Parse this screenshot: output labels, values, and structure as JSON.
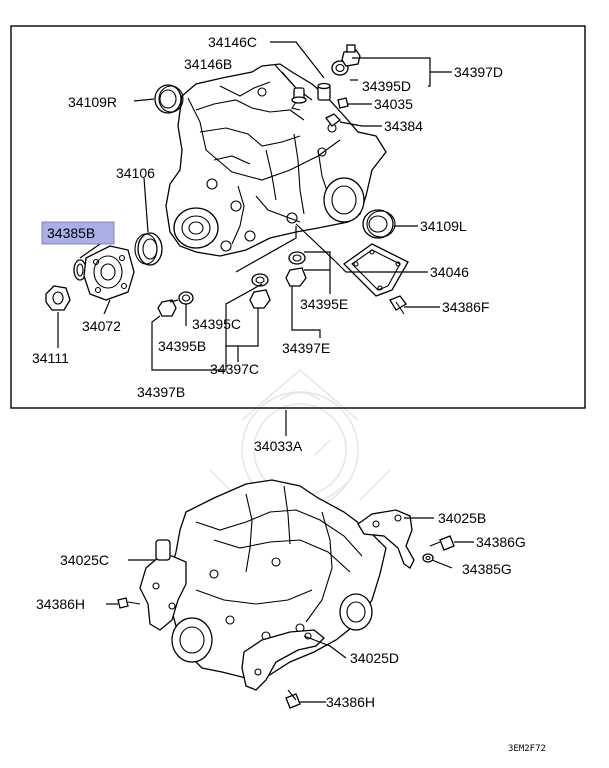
{
  "highlight_color": "#aab0e6",
  "watermark": "samurai-emblem",
  "labels": {
    "p34146C": "34146C",
    "p34146B": "34146B",
    "p34395D": "34395D",
    "p34397D": "34397D",
    "p34109R": "34109R",
    "p34035": "34035",
    "p34384": "34384",
    "p34106": "34106",
    "p34385B": "34385B",
    "p34109L": "34109L",
    "p34046": "34046",
    "p34072": "34072",
    "p34395E": "34395E",
    "p34386F": "34386F",
    "p34395C": "34395C",
    "p34395B": "34395B",
    "p34111": "34111",
    "p34397E": "34397E",
    "p34397C": "34397C",
    "p34397B": "34397B",
    "p34033A": "34033A",
    "p34025B": "34025B",
    "p34025C": "34025C",
    "p34386G": "34386G",
    "p34385G": "34385G",
    "p34386H_left": "34386H",
    "p34025D": "34025D",
    "p34386H_bottom": "34386H"
  },
  "diagram_code": "3EM2F72"
}
